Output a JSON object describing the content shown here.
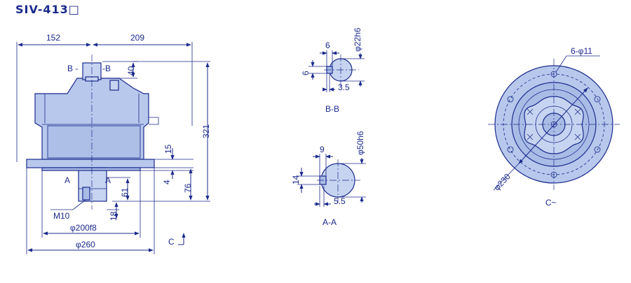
{
  "title": "SIV-413□",
  "side_view": {
    "dim_left_width": "152",
    "dim_right_width": "209",
    "dim_top_shaft": "40",
    "dim_total_height": "321",
    "dim_flange_15": "15",
    "dim_flange_4": "4",
    "dim_lower_76": "76",
    "dim_shaft_61": "61",
    "dim_thread_18": "18",
    "thread_label": "M10",
    "pilot_dia": "φ200f8",
    "flange_dia": "φ260",
    "section_b_left": "B -",
    "section_b_right": "-B",
    "section_a_left": "A",
    "section_a_right": "A",
    "view_c_label": "C"
  },
  "section_bb": {
    "key_width": "6",
    "key_depth": "6",
    "shaft_dia": "φ22h6",
    "offset": "3.5",
    "caption": "B-B"
  },
  "section_aa": {
    "key_width": "9",
    "key_depth": "14",
    "shaft_dia": "φ50h6",
    "offset": "5.5",
    "caption": "A-A"
  },
  "view_c": {
    "holes": "6-φ11",
    "pcd": "φ230",
    "caption": "C~"
  }
}
